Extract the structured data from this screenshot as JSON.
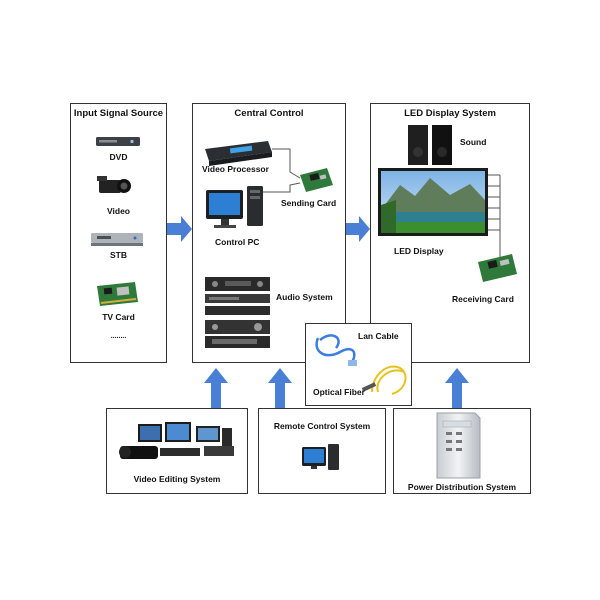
{
  "input_panel": {
    "title": "Input Signal Source",
    "items": [
      "DVD",
      "Video",
      "STB",
      "TV Card"
    ],
    "more": "........"
  },
  "central_panel": {
    "title": "Central Control",
    "video_processor": "Video Processor",
    "sending_card": "Sending Card",
    "control_pc": "Control PC",
    "audio_system": "Audio System"
  },
  "led_panel": {
    "title": "LED Display System",
    "sound": "Sound",
    "led_display": "LED Display",
    "receiving_card": "Receiving Card"
  },
  "cable_panel": {
    "lan_cable": "Lan Cable",
    "optical_fiber": "Optical Fiber"
  },
  "bottom_panels": {
    "video_editing": "Video Editing System",
    "remote_control": "Remote Control System",
    "power_distribution": "Power Distribution System"
  },
  "colors": {
    "arrow": "#4a7fd6",
    "border": "#333333",
    "lan_cable": "#3a7ee0",
    "fiber": "#e8c21c"
  }
}
